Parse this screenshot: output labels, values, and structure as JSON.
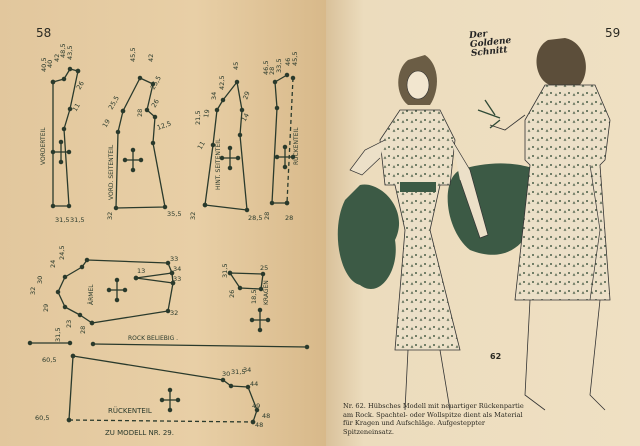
{
  "left_page": {
    "page_number": "58",
    "pieces": {
      "vorderteil": {
        "label": "VORDERTEIL",
        "measures": [
          "40,5",
          "40",
          "42",
          "48,5",
          "43,5",
          "26",
          "11",
          "31,5",
          "31,5"
        ]
      },
      "vord_seitenteil": {
        "label": "VORD. SEITENTEIL",
        "measures": [
          "45,5",
          "42",
          "25,5",
          "19",
          "25,5",
          "28",
          "26",
          "12,5",
          "32",
          "35,5"
        ]
      },
      "hint_seitenteil": {
        "label": "HINT. SEITENTEIL",
        "measures": [
          "21,5",
          "19",
          "34",
          "42,5",
          "45",
          "29",
          "14",
          "11",
          "32",
          "28,5"
        ]
      },
      "rueckenteil_top": {
        "label": "RÜCKENTEIL",
        "measures": [
          "46,5",
          "28",
          "33,5",
          "46",
          "45,5",
          "28",
          "28"
        ]
      },
      "aermel": {
        "label": "ÄRMEL",
        "measures": [
          "24,5",
          "24",
          "30",
          "32",
          "29",
          "23",
          "33",
          "34",
          "13",
          "33",
          "32",
          "31,5",
          "28"
        ]
      },
      "kragen": {
        "label": "KRAGEN",
        "measures": [
          "31,5",
          "25",
          "26",
          "18,5"
        ]
      },
      "rock_note": "ROCK BELIEBIG .",
      "rock": {
        "label": "RÜCKENTEIL",
        "measures": [
          "60,5",
          "30",
          "31,5",
          "34",
          "44",
          "49",
          "48",
          "48",
          "60,5"
        ]
      },
      "footer": "ZU MODELL NR. 29."
    }
  },
  "right_page": {
    "page_number": "59",
    "logo": "Der Goldene Schnitt",
    "figure_number": "62",
    "caption": "Nr. 62. Hübsches Modell mit neuartiger Rückenpartie am Rock. Spachtel- oder Wollspitze dient als Material für Kragen und Aufschläge. Aufgesteppter Spitzeneinsatz."
  },
  "colors": {
    "ink": "#2a3a2c",
    "green": "#3c5a45",
    "paper": "#e8cfa6"
  }
}
